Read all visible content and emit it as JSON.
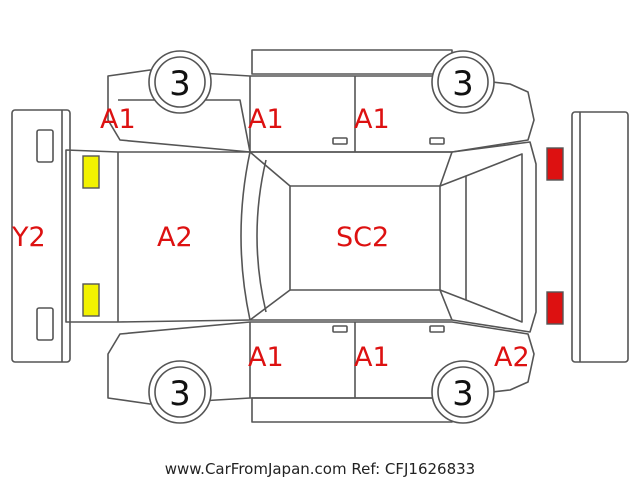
{
  "colors": {
    "code_text": "#dd1111",
    "front_lamp": "#f2f200",
    "rear_lamp": "#dd1111",
    "outline": "#555555"
  },
  "icons": {
    "front_lamp": "amber-lamp-icon",
    "rear_lamp": "red-lamp-icon",
    "tire": "tire-icon"
  },
  "damage_codes": {
    "front_left_fender": "A1",
    "front_left_door": "A1",
    "rear_left_door": "A1",
    "front_bumper": "Y2",
    "hood": "A2",
    "roof": "SC2",
    "front_right_door": "A1",
    "rear_right_door": "A1",
    "rear_right_quarter": "A2"
  },
  "tires": {
    "front_left": "3",
    "rear_left": "3",
    "front_right": "3",
    "rear_right": "3"
  },
  "footer": {
    "text": "www.CarFromJapan.com Ref: CFJ1626833"
  }
}
